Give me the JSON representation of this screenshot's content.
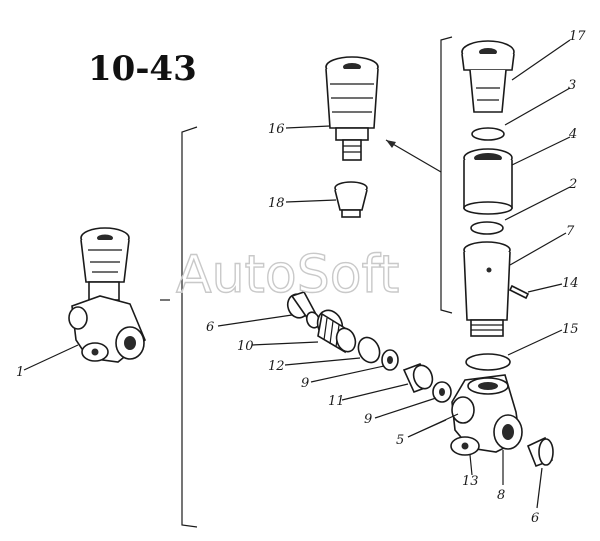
{
  "title": "10-43",
  "watermark": "AutoSoft",
  "callouts": [
    {
      "id": "17",
      "text": "17"
    },
    {
      "id": "3",
      "text": "3"
    },
    {
      "id": "4",
      "text": "4"
    },
    {
      "id": "2",
      "text": "2"
    },
    {
      "id": "7",
      "text": "7"
    },
    {
      "id": "14",
      "text": "14"
    },
    {
      "id": "15",
      "text": "15"
    },
    {
      "id": "16",
      "text": "16"
    },
    {
      "id": "18",
      "text": "18"
    },
    {
      "id": "6a",
      "text": "6"
    },
    {
      "id": "10",
      "text": "10"
    },
    {
      "id": "12",
      "text": "12"
    },
    {
      "id": "9a",
      "text": "9"
    },
    {
      "id": "11",
      "text": "11"
    },
    {
      "id": "9b",
      "text": "9"
    },
    {
      "id": "5",
      "text": "5"
    },
    {
      "id": "13",
      "text": "13"
    },
    {
      "id": "8",
      "text": "8"
    },
    {
      "id": "6b",
      "text": "6"
    },
    {
      "id": "1",
      "text": "1"
    }
  ]
}
